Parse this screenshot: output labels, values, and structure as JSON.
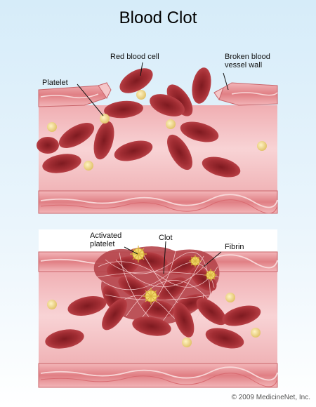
{
  "title": "Blood Clot",
  "top_panel": {
    "labels": {
      "red_blood_cell": "Red blood cell",
      "broken_wall": "Broken blood\nvessel wall",
      "platelet": "Platelet"
    }
  },
  "bottom_panel": {
    "labels": {
      "activated_platelet": "Activated\nplatelet",
      "clot": "Clot",
      "fibrin": "Fibrin"
    }
  },
  "copyright": "© 2009 MedicineNet, Inc.",
  "colors": {
    "bg_top": "#d6ecf9",
    "bg_bottom": "#ffffff",
    "vessel_wall": "#e48a8e",
    "vessel_wall_light": "#f4bfc1",
    "lumen": "#f6c9cc",
    "rbc_dark": "#8f1f26",
    "rbc_mid": "#b73a40",
    "platelet": "#f1dc90",
    "activated_platelet": "#f2d86a"
  }
}
